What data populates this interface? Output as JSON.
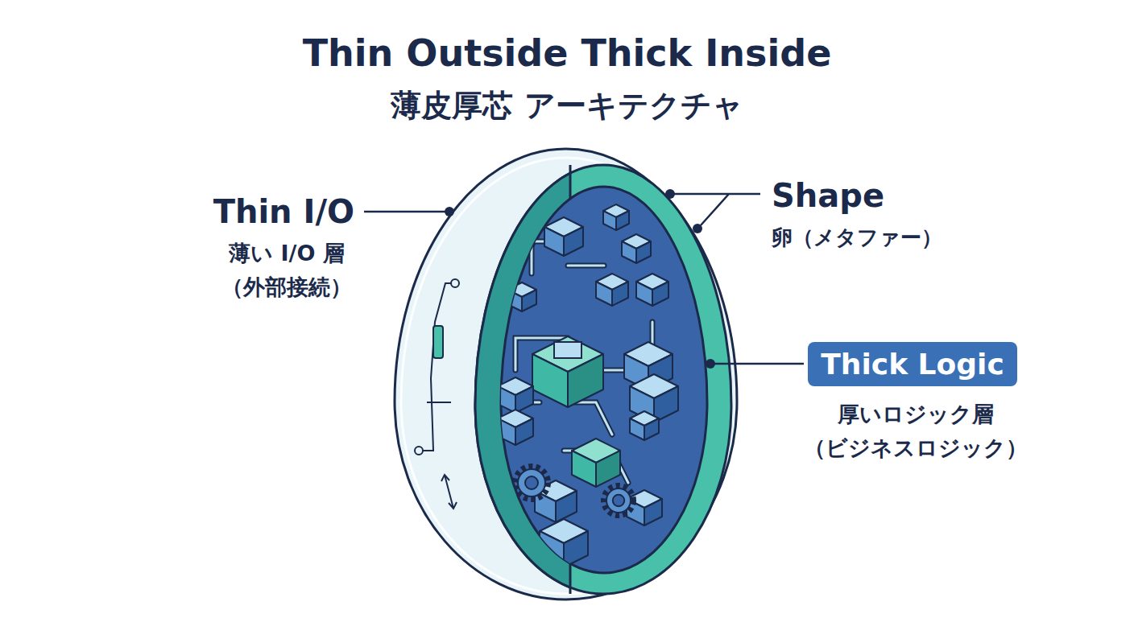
{
  "diagram": {
    "title": "Thin Outside Thick Inside",
    "nodes": [
      {
        "text": [
          "Thick Logic"
        ]
      }
    ],
    "labels": [
      "薄皮厚芯 アーキテクチャ",
      "Thin I/O",
      "薄い I/O 層",
      "（外部接続）",
      "Shape",
      "卵（メタファー）",
      "厚いロジック層",
      "（ビジネスロジック）"
    ]
  }
}
